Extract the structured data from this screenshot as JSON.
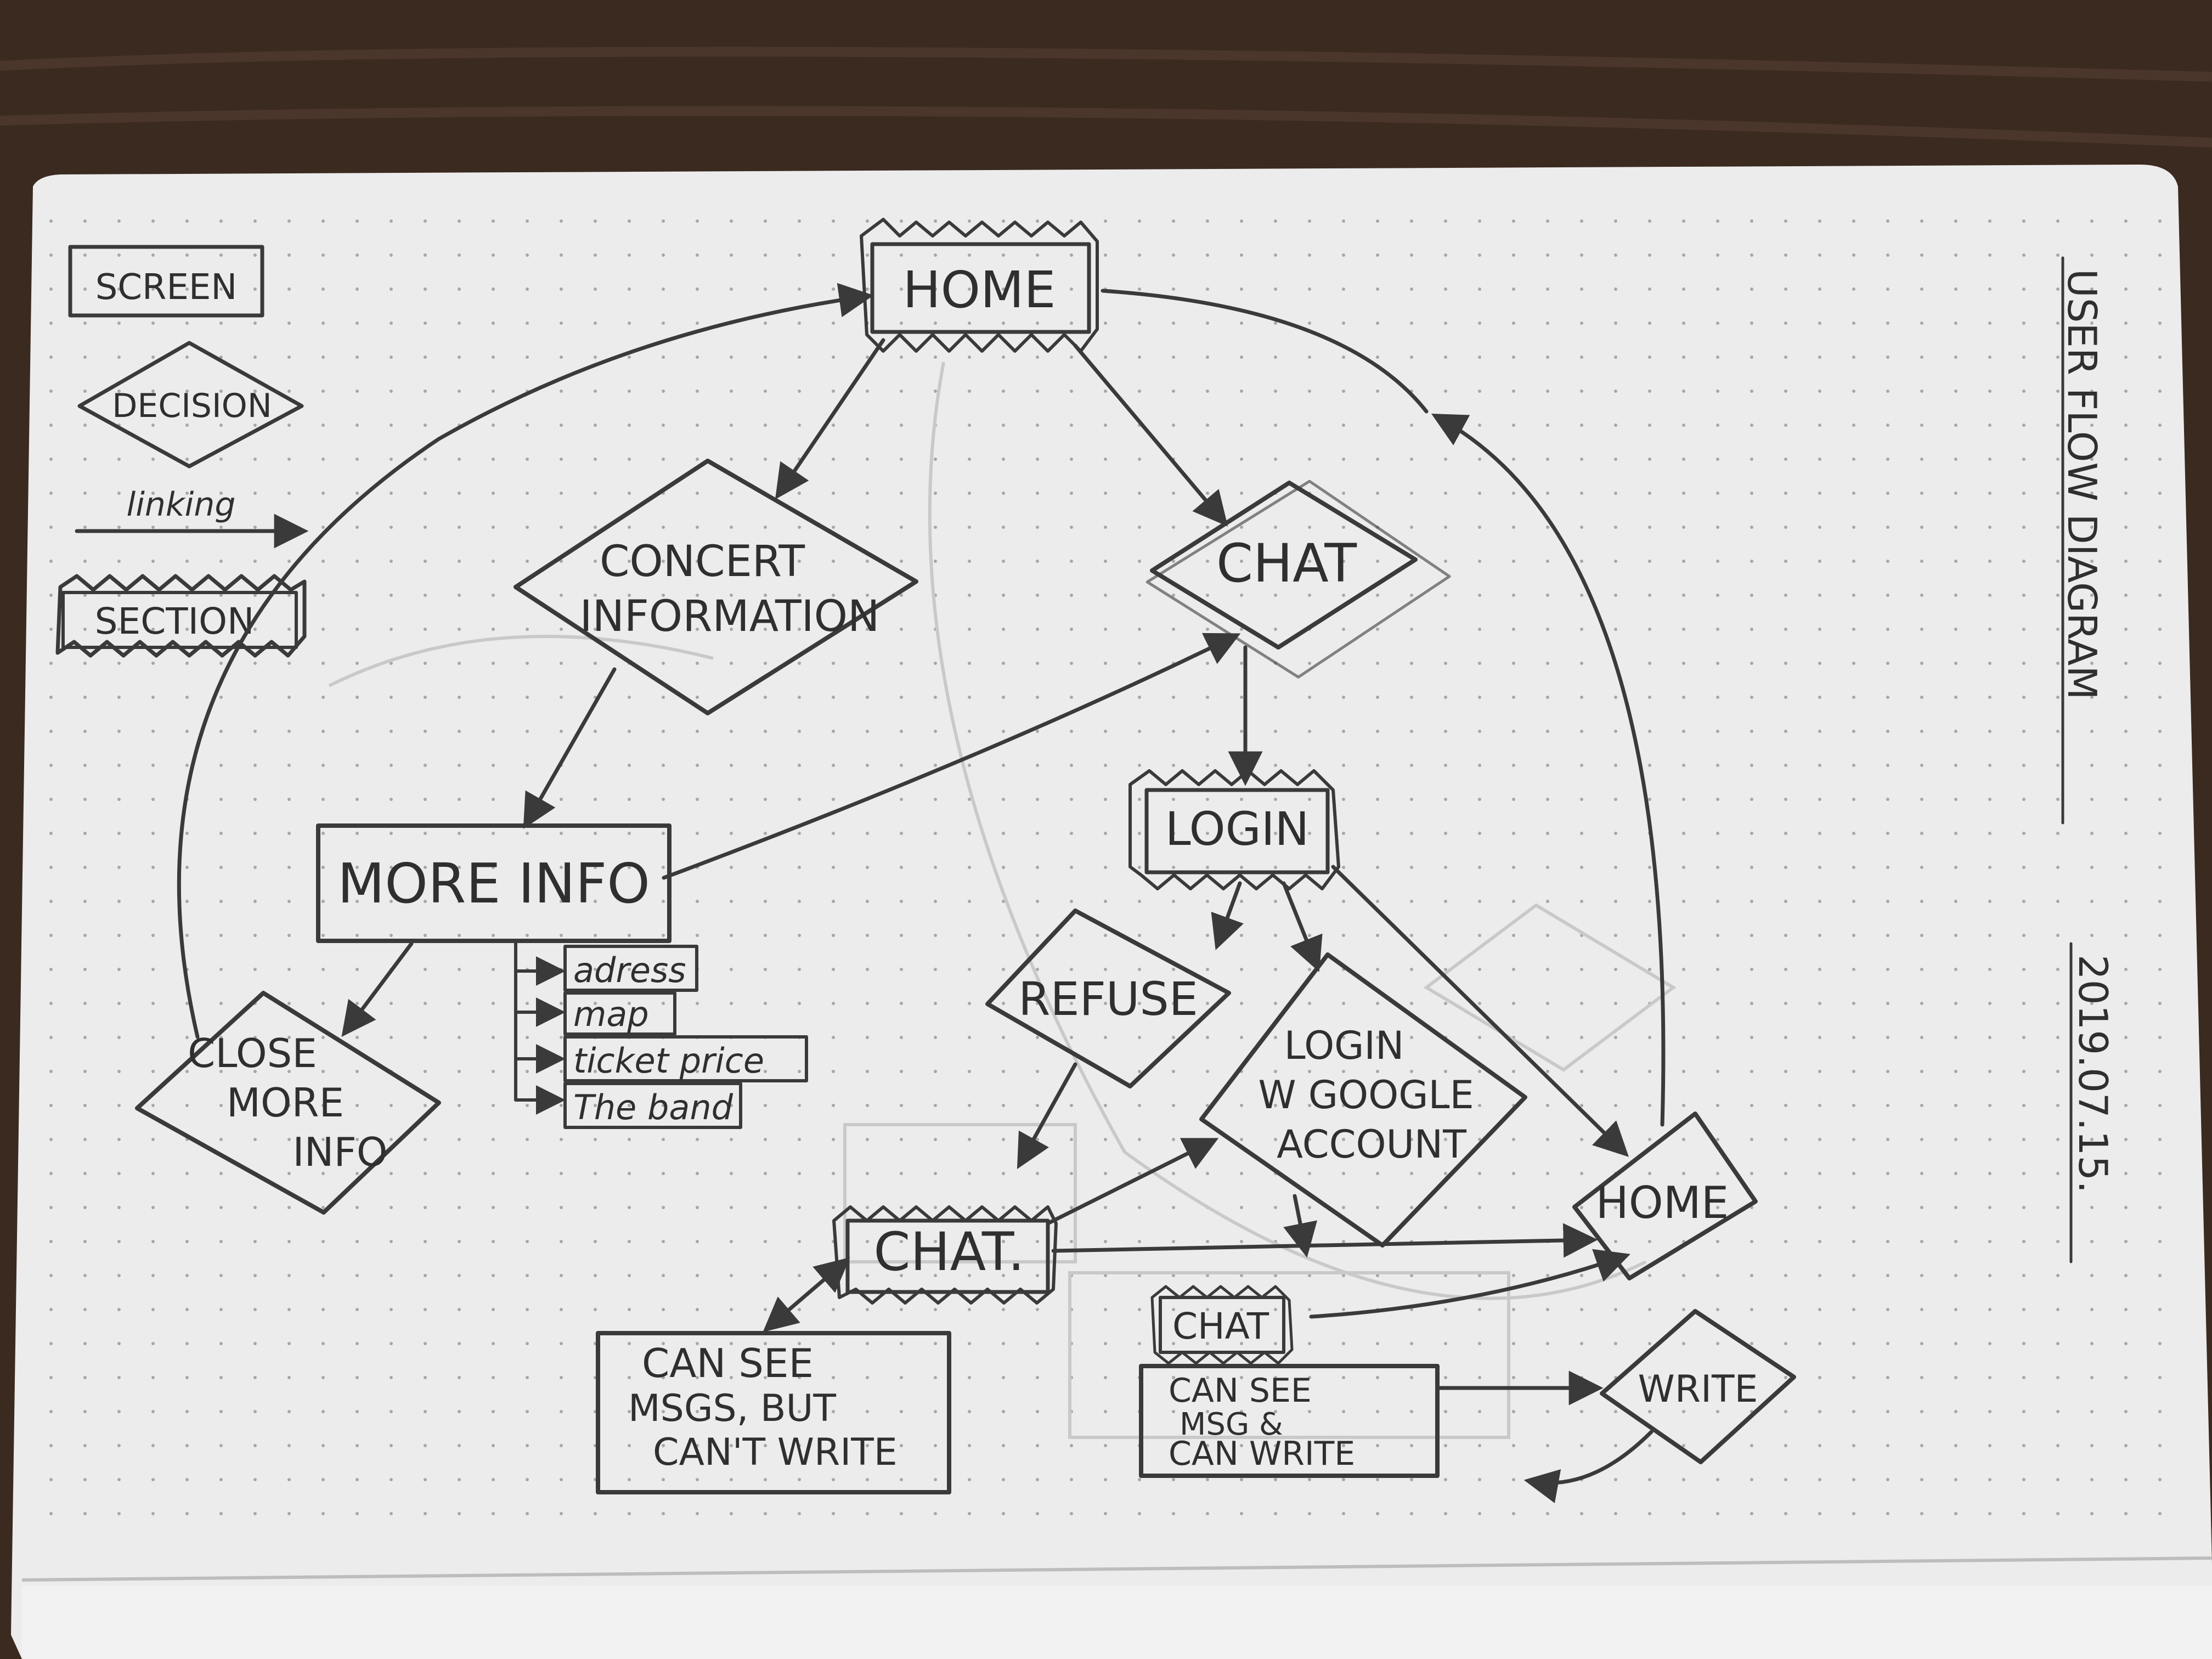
{
  "legend": {
    "screen": "SCREEN",
    "decision": "DECISION",
    "linking": "linking",
    "section": "SECTION"
  },
  "side_title": "USER FLOW DIAGRAM",
  "date": "2019.07.15.",
  "nodes": {
    "home_top": "HOME",
    "concert_info_1": "CONCERT",
    "concert_info_2": "INFORMATION",
    "chat": "CHAT",
    "more_info": "MORE INFO",
    "login": "LOGIN",
    "refuse": "REFUSE",
    "close_more_1": "CLOSE",
    "close_more_2": "MORE",
    "close_more_3": "INFO",
    "login_google_1": "LOGIN",
    "login_google_2": "W GOOGLE",
    "login_google_3": "ACCOUNT",
    "home_right": "HOME",
    "chat_left": "CHAT.",
    "chat_small": "CHAT",
    "write": "WRITE",
    "can_see_1": "CAN SEE",
    "can_see_2": "MSGS, BUT",
    "can_see_3": "CAN'T WRITE",
    "can_write_1": "CAN SEE",
    "can_write_2": "MSG &",
    "can_write_3": "CAN WRITE"
  },
  "sub_items": [
    "adress",
    "map",
    "ticket price",
    "The band"
  ],
  "colors": {
    "desk": "#3b2a20",
    "paper": "#ececec",
    "pencil": "#3a3a3a"
  }
}
